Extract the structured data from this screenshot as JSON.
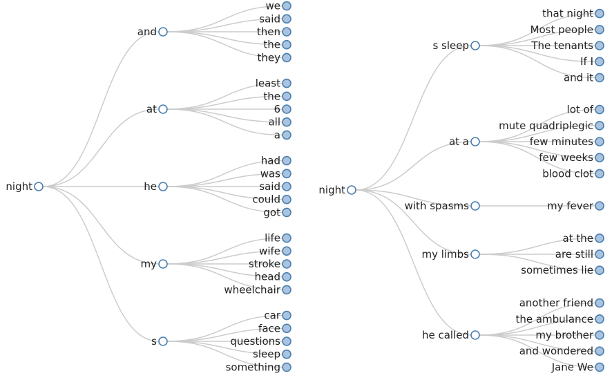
{
  "colors": {
    "link": "#cccccc",
    "node_stroke": "#4a7fb0",
    "leaf_fill": "#aac3df",
    "branch_fill": "#ffffff"
  },
  "trees": [
    {
      "root": "night",
      "branches": [
        {
          "label": "and",
          "children": [
            "we",
            "said",
            "then",
            "the",
            "they"
          ]
        },
        {
          "label": "at",
          "children": [
            "least",
            "the",
            "6",
            "all",
            "a"
          ]
        },
        {
          "label": "he",
          "children": [
            "had",
            "was",
            "said",
            "could",
            "got"
          ]
        },
        {
          "label": "my",
          "children": [
            "life",
            "wife",
            "stroke",
            "head",
            "wheelchair"
          ]
        },
        {
          "label": "s",
          "children": [
            "car",
            "face",
            "questions",
            "sleep",
            "something"
          ]
        }
      ]
    },
    {
      "root": "night",
      "branches": [
        {
          "label": "s sleep",
          "children": [
            "that night",
            "Most people",
            "The tenants",
            "If I",
            "and it"
          ]
        },
        {
          "label": "at a",
          "children": [
            "lot of",
            "mute quadriplegic",
            "few minutes",
            "few weeks",
            "blood clot"
          ]
        },
        {
          "label": "with spasms",
          "children": [
            "my fever"
          ]
        },
        {
          "label": "my limbs",
          "children": [
            "at the",
            "are still",
            "sometimes lie"
          ]
        },
        {
          "label": "he called",
          "children": [
            "another friend",
            "the ambulance",
            "my brother",
            "and wondered",
            "Jane We"
          ]
        }
      ]
    }
  ]
}
